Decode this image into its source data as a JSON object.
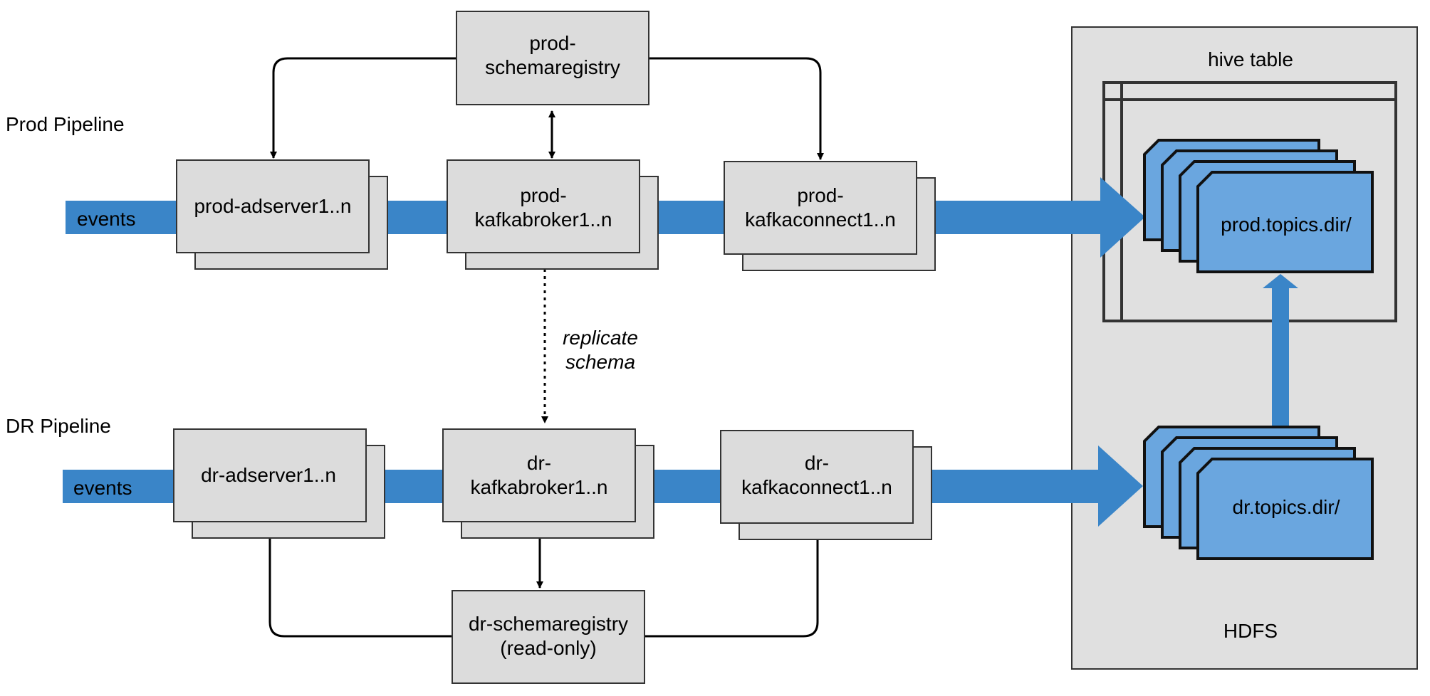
{
  "labels": {
    "prod_pipeline": "Prod Pipeline",
    "dr_pipeline": "DR Pipeline"
  },
  "prod": {
    "events": "events",
    "schemaregistry": [
      "prod-",
      "schemaregistry"
    ],
    "adserver": "prod-adserver1..n",
    "kafkabroker": [
      "prod-",
      "kafkabroker1..n"
    ],
    "kafkaconnect": [
      "prod-",
      "kafkaconnect1..n"
    ]
  },
  "dr": {
    "events": "events",
    "adserver": "dr-adserver1..n",
    "kafkabroker": [
      "dr-",
      "kafkabroker1..n"
    ],
    "kafkaconnect": [
      "dr-",
      "kafkaconnect1..n"
    ],
    "schemaregistry": [
      "dr-schemaregistry",
      "(read-only)"
    ]
  },
  "replicate": [
    "replicate",
    "schema"
  ],
  "hdfs": {
    "label": "HDFS",
    "hive_table": "hive table",
    "prod_dir": "prod.topics.dir/",
    "dr_dir": "dr.topics.dir/"
  },
  "colors": {
    "flow_blue": "#3a85c8",
    "dir_blue": "#6aa6df",
    "box_gray": "#dcdcdc",
    "panel_gray": "#e0e0e0"
  }
}
